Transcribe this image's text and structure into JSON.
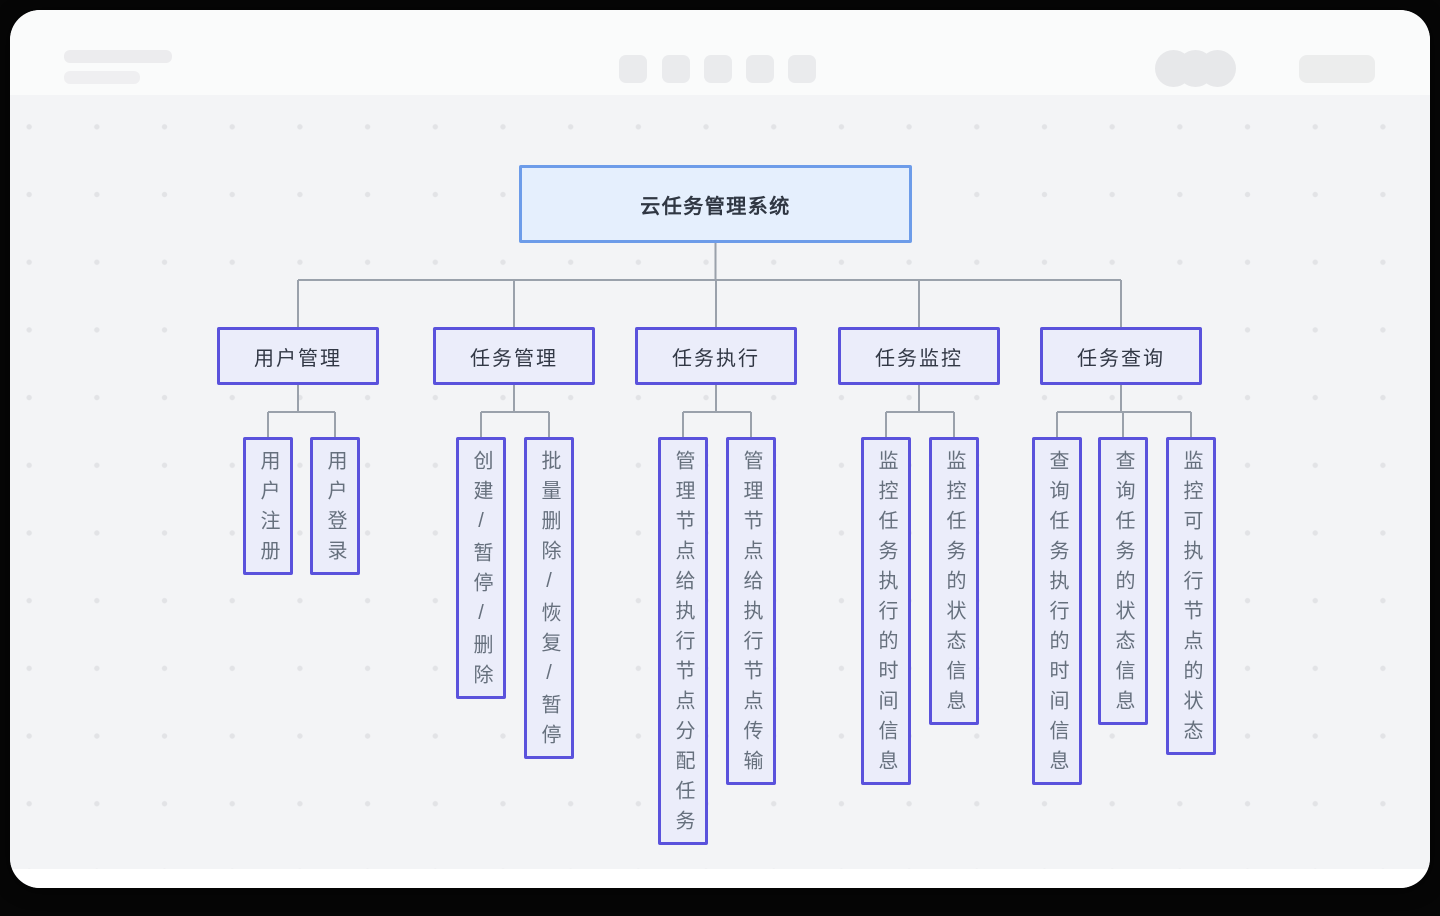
{
  "diagram": {
    "root": {
      "label": "云任务管理系统"
    },
    "branches": [
      {
        "label": "用户管理",
        "leaves": [
          "用户注册",
          "用户登录"
        ]
      },
      {
        "label": "任务管理",
        "leaves": [
          "创建/暂停/删除",
          "批量删除/恢复/暂停"
        ]
      },
      {
        "label": "任务执行",
        "leaves": [
          "管理节点给执行节点分配任务",
          "管理节点给执行节点传输"
        ]
      },
      {
        "label": "任务监控",
        "leaves": [
          "监控任务执行的时间信息",
          "监控任务的状态信息"
        ]
      },
      {
        "label": "任务查询",
        "leaves": [
          "查询任务执行的时间信息",
          "查询任务的状态信息",
          "监控可执行节点的状态"
        ]
      }
    ],
    "colors": {
      "root_fill": "#e5effd",
      "root_border": "#6d9ce9",
      "node_fill": "#ebedfa",
      "node_border": "#5a52dc",
      "edge": "#9aa1ab",
      "canvas_dot": "#e2e3e6"
    }
  }
}
